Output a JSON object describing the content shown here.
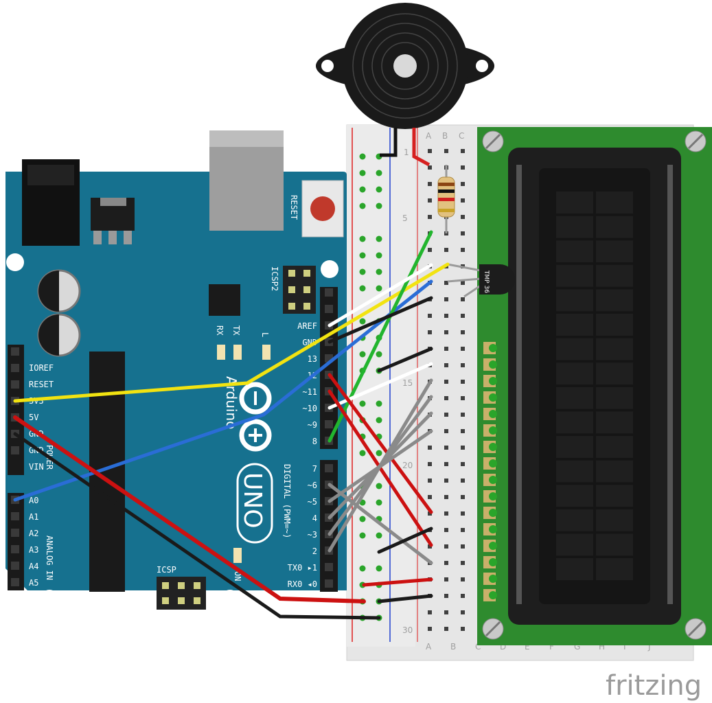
{
  "arduino": {
    "board_name": "Arduino",
    "model": "UNO",
    "reset_label": "RESET",
    "icsp2_label": "ICSP2",
    "icsp_label": "ICSP",
    "tx_label": "TX",
    "rx_label": "RX",
    "l_label": "L",
    "on_label": "ON",
    "digital_label": "DIGITAL (PWM=~)",
    "power_label": "POWER",
    "analog_label": "ANALOG IN",
    "digital_pins": [
      "AREF",
      "GND",
      "13",
      "12",
      "~11",
      "~10",
      "~9",
      "8",
      "7",
      "~6",
      "~5",
      "4",
      "~3",
      "2",
      "TX0 ▸1",
      "RX0 ◂0"
    ],
    "power_pins": [
      "IOREF",
      "RESET",
      "3V3",
      "5V",
      "GND",
      "GND",
      "VIN"
    ],
    "analog_pins": [
      "A0",
      "A1",
      "A2",
      "A3",
      "A4",
      "A5"
    ]
  },
  "breadboard": {
    "columns_top": [
      "A",
      "B",
      "C"
    ],
    "columns_bottom": [
      "A",
      "B",
      "C",
      "D",
      "E",
      "F",
      "G",
      "H",
      "I",
      "J"
    ],
    "row_numbers": [
      "1",
      "5",
      "15",
      "20",
      "30"
    ]
  },
  "sensor": {
    "label": "TMP 36"
  },
  "lcd": {
    "pin_count": 16
  },
  "brand": {
    "name": "fritzing"
  },
  "colors": {
    "arduino": "#16718f",
    "lcd_pcb": "#2e8b2e",
    "wire_red": "#cc1111",
    "wire_black": "#1a1a1a",
    "wire_yellow": "#f2e311",
    "wire_blue": "#2a6dd6",
    "wire_green": "#22b52e",
    "wire_white": "#ffffff",
    "wire_gray": "#8a8a8a"
  }
}
